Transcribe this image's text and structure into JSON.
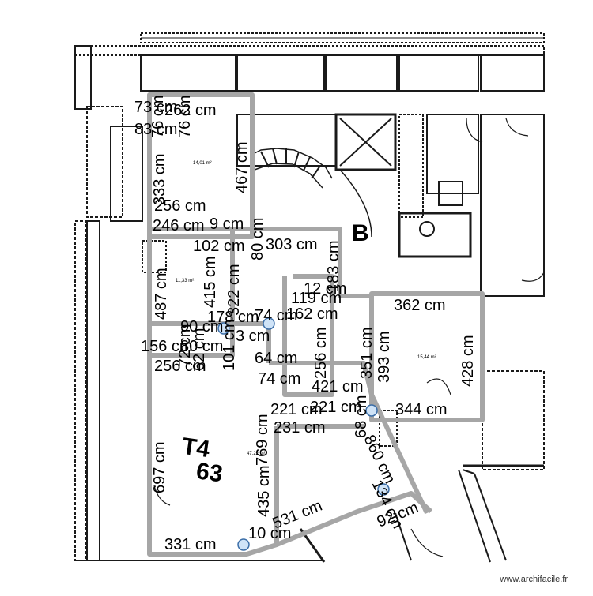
{
  "watermark": "www.archifacile.fr",
  "plan_labels": {
    "stair_letter": "B",
    "unit_type": "T4",
    "unit_area": "63"
  },
  "areas": {
    "room1": "14,01 m²",
    "room2": "11,33 m²",
    "room3": "15,44 m²",
    "room4": "47,22 m²"
  },
  "dims": {
    "d1": "73 cm",
    "d2": "262 cm",
    "d3": "83 cm",
    "d4": "76 cm",
    "d5": "76 cm",
    "d6": "333 cm",
    "d7": "467 cm",
    "d8": "256 cm",
    "d9": "246 cm",
    "d10": "9 cm",
    "d11": "102 cm",
    "d12": "303 cm",
    "d13": "80 cm",
    "d14": "415 cm",
    "d15": "183 cm",
    "d16": "12 cm",
    "d17": "322 cm",
    "d18": "119 cm",
    "d19": "362 cm",
    "d20": "487 cm",
    "d21": "74 cm",
    "d22": "162 cm",
    "d23": "178 cm",
    "d24": "90 cm",
    "d25": "3 cm",
    "d26": "156 cm",
    "d27": "80 cm",
    "d28": "256 cm",
    "d29": "101 cm",
    "d30": "351 cm",
    "d31": "393 cm",
    "d32": "428 cm",
    "d33": "64 cm",
    "d34": "256 cm",
    "d35": "74 cm",
    "d36": "421 cm",
    "d37": "221 cm",
    "d38": "221 cm",
    "d39": "344 cm",
    "d40": "231 cm",
    "d41": "769 cm",
    "d42": "697 cm",
    "d43": "68 cm",
    "d44": "860 cm",
    "d45": "435 cm",
    "d46": "531 cm",
    "d47": "134 cm",
    "d48": "92 cm",
    "d49": "10 cm",
    "d50": "331 cm",
    "d51": "62 cm",
    "d52": "72 cm"
  }
}
